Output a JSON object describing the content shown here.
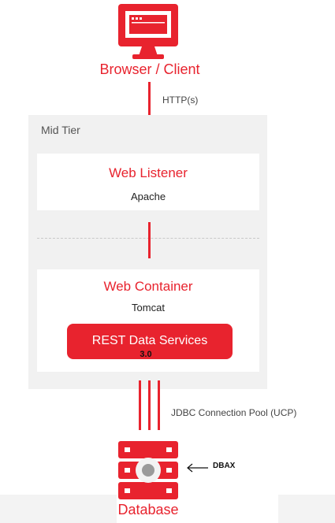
{
  "client": {
    "label": "Browser / Client",
    "icon": "monitor-icon"
  },
  "http": {
    "label": "HTTP(s)"
  },
  "mid_tier": {
    "label": "Mid Tier",
    "web_listener": {
      "title": "Web Listener",
      "subtitle": "Apache"
    },
    "web_container": {
      "title": "Web Container",
      "subtitle": "Tomcat",
      "service": {
        "label": "REST Data Services",
        "version": "3.0"
      }
    }
  },
  "jdbc": {
    "label": "JDBC Connection Pool (UCP)"
  },
  "database": {
    "label": "Database",
    "icon": "database-icon",
    "annotation": "DBAX",
    "annotation_icon": "left-arrow-icon"
  },
  "colors": {
    "accent": "#e8232e",
    "panel": "#f1f1f1",
    "card": "#ffffff"
  }
}
